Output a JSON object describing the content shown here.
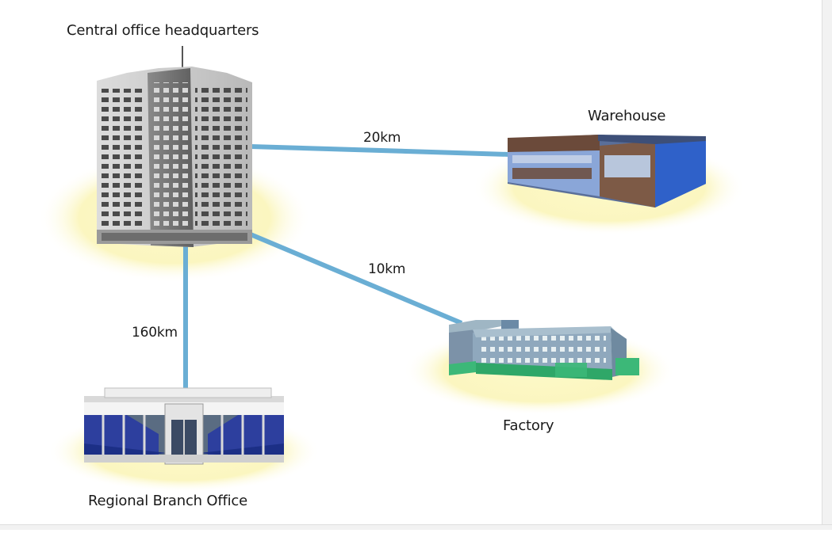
{
  "nodes": {
    "headquarters": {
      "label": "Central office headquarters"
    },
    "warehouse": {
      "label": "Warehouse"
    },
    "factory": {
      "label": "Factory"
    },
    "branch": {
      "label": "Regional Branch Office"
    }
  },
  "links": {
    "warehouse": {
      "distance": "20km"
    },
    "factory": {
      "distance": "10km"
    },
    "branch": {
      "distance": "160km"
    }
  },
  "colors": {
    "link": "#6aaed4",
    "glow": "#fbf7c4",
    "glass": "#7b9fd6",
    "brick": "#6b4a3a",
    "facade": "#c9c9c9",
    "factory_base": "#3cb878"
  }
}
